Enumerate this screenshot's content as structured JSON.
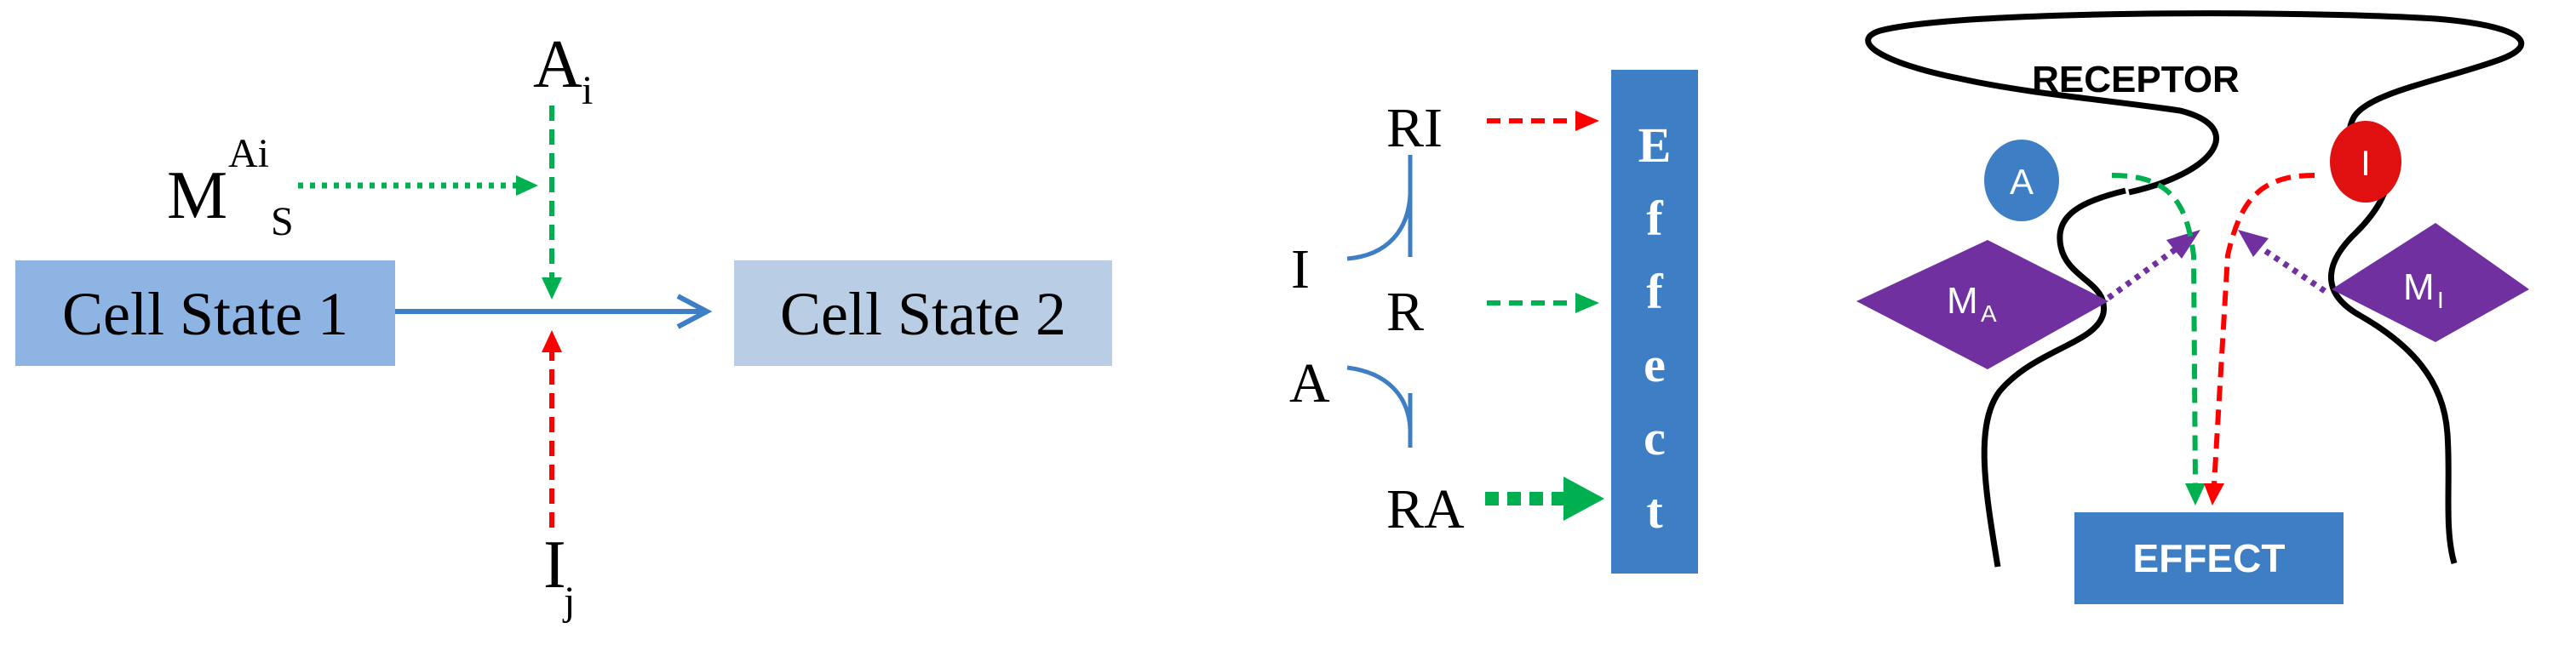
{
  "colors": {
    "blue_box": "#8db4e2",
    "light_blue_box": "#b9cde5",
    "strong_blue": "#3d7ec4",
    "green": "#00b050",
    "red": "#ff0000",
    "purple": "#7030a0",
    "receptor_red": "#e01010",
    "black": "#000000",
    "white": "#ffffff"
  },
  "panel1": {
    "cell_state_1": "Cell State 1",
    "cell_state_2": "Cell State 2",
    "agonist": {
      "base": "A",
      "sub": "i"
    },
    "inhibitor": {
      "base": "I",
      "sub": "j"
    },
    "modulator": {
      "base": "M",
      "sup": "Ai",
      "sub": "S"
    }
  },
  "panel2": {
    "labels": {
      "ri": "RI",
      "i": "I",
      "r": "R",
      "a": "A",
      "ra": "RA"
    },
    "effect_letters": [
      "E",
      "f",
      "f",
      "e",
      "c",
      "t"
    ]
  },
  "panel3": {
    "receptor_label": "RECEPTOR",
    "agonist_label": "A",
    "inhibitor_label": "I",
    "modulator_a": {
      "base": "M",
      "sub": "A"
    },
    "modulator_i": {
      "base": "M",
      "sub": "I"
    },
    "effect_label": "EFFECT"
  }
}
